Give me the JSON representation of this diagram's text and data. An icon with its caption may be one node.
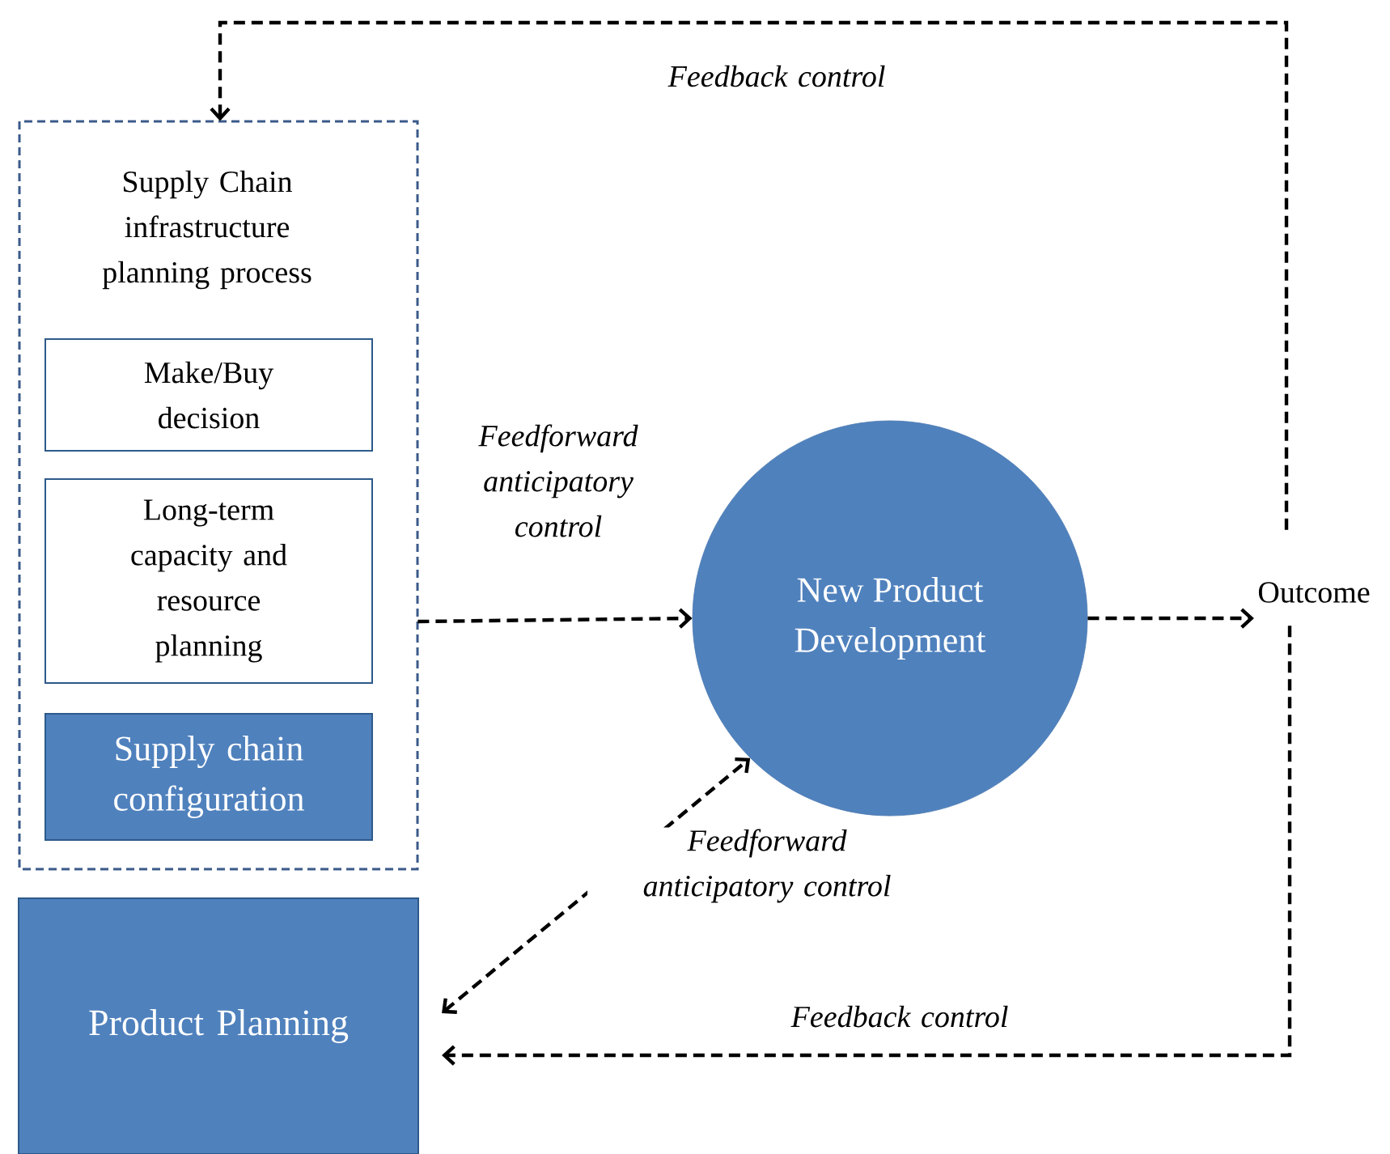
{
  "diagram": {
    "nodes": [
      {
        "text": [
          "Supply Chain infrastructure planning process"
        ]
      },
      {
        "text": [
          "Make/Buy decision"
        ],
        "in": 0
      },
      {
        "text": [
          "Long-term capacity and resource planning"
        ],
        "in": 0
      },
      {
        "text": [
          "Supply chain configuration"
        ],
        "in": 0
      },
      {
        "text": [
          "Product Planning"
        ]
      },
      {
        "text": [
          "New Product Development"
        ]
      },
      {
        "text": [
          "Outcome"
        ]
      }
    ],
    "edges": [
      {
        "from": 6,
        "to": 0,
        "arrow": "to",
        "label": "Feedback control",
        "style": "dashed"
      },
      {
        "from": 0,
        "to": 5,
        "arrow": "to",
        "label": "Feedforward anticipatory control",
        "style": "dashed"
      },
      {
        "from": 5,
        "to": 6,
        "arrow": "to",
        "style": "dashed"
      },
      {
        "from": 4,
        "to": 5,
        "arrow": "both",
        "label": "Feedforward anticipatory control",
        "style": "dashed"
      },
      {
        "from": 6,
        "to": 4,
        "arrow": "to",
        "label": "Feedback control",
        "style": "dashed"
      }
    ]
  }
}
